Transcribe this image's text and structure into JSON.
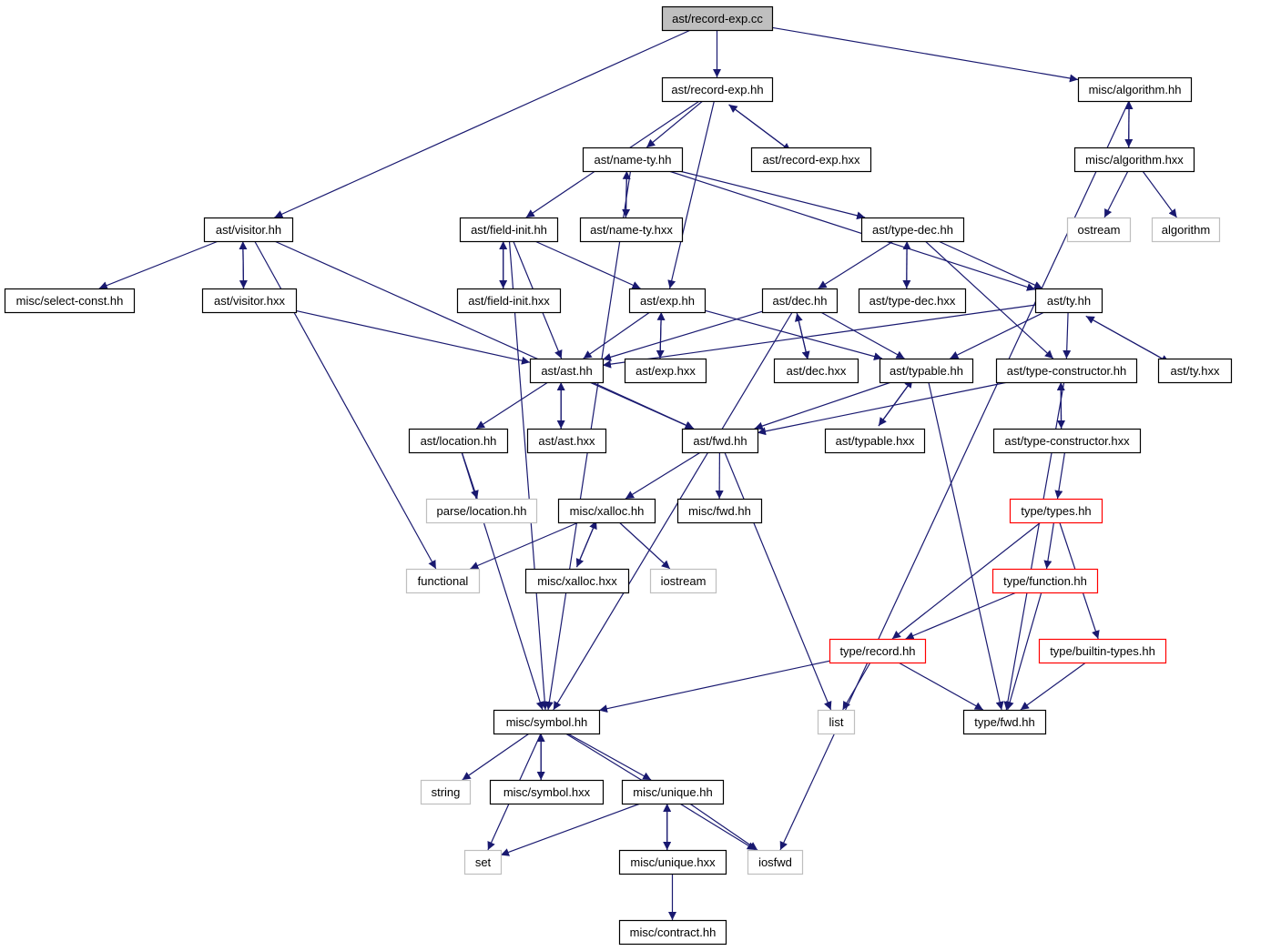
{
  "colors": {
    "edge": "#191970",
    "root_fill": "#bfbfbf",
    "border_black": "#000000",
    "border_red": "#ff0000",
    "border_gray": "#bfbfbf"
  },
  "nodes": [
    {
      "id": "record_exp_cc",
      "label": "ast/record-exp.cc",
      "kind": "root"
    },
    {
      "id": "record_exp_hh",
      "label": "ast/record-exp.hh",
      "kind": "normal"
    },
    {
      "id": "misc_algorithm_hh",
      "label": "misc/algorithm.hh",
      "kind": "normal"
    },
    {
      "id": "name_ty_hh",
      "label": "ast/name-ty.hh",
      "kind": "normal"
    },
    {
      "id": "record_exp_hxx",
      "label": "ast/record-exp.hxx",
      "kind": "normal"
    },
    {
      "id": "misc_algorithm_hxx",
      "label": "misc/algorithm.hxx",
      "kind": "normal"
    },
    {
      "id": "visitor_hh",
      "label": "ast/visitor.hh",
      "kind": "normal"
    },
    {
      "id": "field_init_hh",
      "label": "ast/field-init.hh",
      "kind": "normal"
    },
    {
      "id": "name_ty_hxx",
      "label": "ast/name-ty.hxx",
      "kind": "normal"
    },
    {
      "id": "type_dec_hh",
      "label": "ast/type-dec.hh",
      "kind": "normal"
    },
    {
      "id": "ostream",
      "label": "ostream",
      "kind": "system"
    },
    {
      "id": "algorithm",
      "label": "algorithm",
      "kind": "system"
    },
    {
      "id": "select_const_hh",
      "label": "misc/select-const.hh",
      "kind": "normal"
    },
    {
      "id": "visitor_hxx",
      "label": "ast/visitor.hxx",
      "kind": "normal"
    },
    {
      "id": "field_init_hxx",
      "label": "ast/field-init.hxx",
      "kind": "normal"
    },
    {
      "id": "exp_hh",
      "label": "ast/exp.hh",
      "kind": "normal"
    },
    {
      "id": "dec_hh",
      "label": "ast/dec.hh",
      "kind": "normal"
    },
    {
      "id": "type_dec_hxx",
      "label": "ast/type-dec.hxx",
      "kind": "normal"
    },
    {
      "id": "ty_hh",
      "label": "ast/ty.hh",
      "kind": "normal"
    },
    {
      "id": "ast_hh",
      "label": "ast/ast.hh",
      "kind": "normal"
    },
    {
      "id": "exp_hxx",
      "label": "ast/exp.hxx",
      "kind": "normal"
    },
    {
      "id": "dec_hxx",
      "label": "ast/dec.hxx",
      "kind": "normal"
    },
    {
      "id": "typable_hh",
      "label": "ast/typable.hh",
      "kind": "normal"
    },
    {
      "id": "type_constructor_hh",
      "label": "ast/type-constructor.hh",
      "kind": "normal"
    },
    {
      "id": "ty_hxx",
      "label": "ast/ty.hxx",
      "kind": "normal"
    },
    {
      "id": "location_hh",
      "label": "ast/location.hh",
      "kind": "normal"
    },
    {
      "id": "ast_hxx",
      "label": "ast/ast.hxx",
      "kind": "normal"
    },
    {
      "id": "fwd_hh",
      "label": "ast/fwd.hh",
      "kind": "normal"
    },
    {
      "id": "typable_hxx",
      "label": "ast/typable.hxx",
      "kind": "normal"
    },
    {
      "id": "type_constructor_hxx",
      "label": "ast/type-constructor.hxx",
      "kind": "normal"
    },
    {
      "id": "parse_location_hh",
      "label": "parse/location.hh",
      "kind": "system"
    },
    {
      "id": "xalloc_hh",
      "label": "misc/xalloc.hh",
      "kind": "normal"
    },
    {
      "id": "misc_fwd_hh",
      "label": "misc/fwd.hh",
      "kind": "normal"
    },
    {
      "id": "types_hh",
      "label": "type/types.hh",
      "kind": "red"
    },
    {
      "id": "functional",
      "label": "functional",
      "kind": "system"
    },
    {
      "id": "xalloc_hxx",
      "label": "misc/xalloc.hxx",
      "kind": "normal"
    },
    {
      "id": "iostream",
      "label": "iostream",
      "kind": "system"
    },
    {
      "id": "function_hh",
      "label": "type/function.hh",
      "kind": "red"
    },
    {
      "id": "record_hh",
      "label": "type/record.hh",
      "kind": "red"
    },
    {
      "id": "builtin_types_hh",
      "label": "type/builtin-types.hh",
      "kind": "red"
    },
    {
      "id": "symbol_hh",
      "label": "misc/symbol.hh",
      "kind": "normal"
    },
    {
      "id": "list",
      "label": "list",
      "kind": "system"
    },
    {
      "id": "type_fwd_hh",
      "label": "type/fwd.hh",
      "kind": "normal"
    },
    {
      "id": "string",
      "label": "string",
      "kind": "system"
    },
    {
      "id": "symbol_hxx",
      "label": "misc/symbol.hxx",
      "kind": "normal"
    },
    {
      "id": "unique_hh",
      "label": "misc/unique.hh",
      "kind": "normal"
    },
    {
      "id": "set",
      "label": "set",
      "kind": "system"
    },
    {
      "id": "unique_hxx",
      "label": "misc/unique.hxx",
      "kind": "normal"
    },
    {
      "id": "iosfwd",
      "label": "iosfwd",
      "kind": "system"
    },
    {
      "id": "contract_hh",
      "label": "misc/contract.hh",
      "kind": "normal"
    }
  ],
  "edges": [
    [
      "record_exp_cc",
      "record_exp_hh"
    ],
    [
      "record_exp_cc",
      "misc_algorithm_hh"
    ],
    [
      "record_exp_cc",
      "visitor_hh"
    ],
    [
      "record_exp_hh",
      "name_ty_hh"
    ],
    [
      "record_exp_hh",
      "record_exp_hxx"
    ],
    [
      "record_exp_hxx",
      "record_exp_hh"
    ],
    [
      "record_exp_hh",
      "field_init_hh"
    ],
    [
      "record_exp_hh",
      "exp_hh"
    ],
    [
      "misc_algorithm_hh",
      "misc_algorithm_hxx"
    ],
    [
      "misc_algorithm_hxx",
      "misc_algorithm_hh"
    ],
    [
      "misc_algorithm_hh",
      "iosfwd"
    ],
    [
      "misc_algorithm_hxx",
      "ostream"
    ],
    [
      "misc_algorithm_hxx",
      "algorithm"
    ],
    [
      "name_ty_hh",
      "name_ty_hxx"
    ],
    [
      "name_ty_hxx",
      "name_ty_hh"
    ],
    [
      "name_ty_hh",
      "type_dec_hh"
    ],
    [
      "name_ty_hh",
      "ty_hh"
    ],
    [
      "name_ty_hh",
      "symbol_hh"
    ],
    [
      "visitor_hh",
      "select_const_hh"
    ],
    [
      "visitor_hh",
      "visitor_hxx"
    ],
    [
      "visitor_hxx",
      "visitor_hh"
    ],
    [
      "visitor_hh",
      "functional"
    ],
    [
      "visitor_hh",
      "fwd_hh"
    ],
    [
      "visitor_hxx",
      "ast_hh"
    ],
    [
      "field_init_hh",
      "field_init_hxx"
    ],
    [
      "field_init_hxx",
      "field_init_hh"
    ],
    [
      "field_init_hh",
      "exp_hh"
    ],
    [
      "field_init_hh",
      "ast_hh"
    ],
    [
      "field_init_hh",
      "symbol_hh"
    ],
    [
      "type_dec_hh",
      "dec_hh"
    ],
    [
      "type_dec_hh",
      "type_dec_hxx"
    ],
    [
      "type_dec_hxx",
      "type_dec_hh"
    ],
    [
      "type_dec_hh",
      "ty_hh"
    ],
    [
      "type_dec_hh",
      "type_constructor_hh"
    ],
    [
      "exp_hh",
      "ast_hh"
    ],
    [
      "exp_hh",
      "exp_hxx"
    ],
    [
      "exp_hxx",
      "exp_hh"
    ],
    [
      "exp_hh",
      "typable_hh"
    ],
    [
      "dec_hh",
      "ast_hh"
    ],
    [
      "dec_hh",
      "dec_hxx"
    ],
    [
      "dec_hxx",
      "dec_hh"
    ],
    [
      "dec_hh",
      "typable_hh"
    ],
    [
      "dec_hh",
      "symbol_hh"
    ],
    [
      "ty_hh",
      "ast_hh"
    ],
    [
      "ty_hh",
      "typable_hh"
    ],
    [
      "ty_hh",
      "type_constructor_hh"
    ],
    [
      "ty_hh",
      "ty_hxx"
    ],
    [
      "ty_hxx",
      "ty_hh"
    ],
    [
      "ast_hh",
      "location_hh"
    ],
    [
      "ast_hh",
      "ast_hxx"
    ],
    [
      "ast_hxx",
      "ast_hh"
    ],
    [
      "ast_hh",
      "fwd_hh"
    ],
    [
      "typable_hh",
      "typable_hxx"
    ],
    [
      "typable_hxx",
      "typable_hh"
    ],
    [
      "typable_hh",
      "fwd_hh"
    ],
    [
      "typable_hh",
      "type_fwd_hh"
    ],
    [
      "type_constructor_hh",
      "type_constructor_hxx"
    ],
    [
      "type_constructor_hxx",
      "type_constructor_hh"
    ],
    [
      "type_constructor_hh",
      "fwd_hh"
    ],
    [
      "type_constructor_hh",
      "type_fwd_hh"
    ],
    [
      "type_constructor_hxx",
      "types_hh"
    ],
    [
      "location_hh",
      "parse_location_hh"
    ],
    [
      "location_hh",
      "symbol_hh"
    ],
    [
      "fwd_hh",
      "xalloc_hh"
    ],
    [
      "fwd_hh",
      "misc_fwd_hh"
    ],
    [
      "fwd_hh",
      "list"
    ],
    [
      "xalloc_hh",
      "functional"
    ],
    [
      "xalloc_hh",
      "xalloc_hxx"
    ],
    [
      "xalloc_hxx",
      "xalloc_hh"
    ],
    [
      "xalloc_hh",
      "iostream"
    ],
    [
      "types_hh",
      "function_hh"
    ],
    [
      "types_hh",
      "builtin_types_hh"
    ],
    [
      "types_hh",
      "record_hh"
    ],
    [
      "function_hh",
      "record_hh"
    ],
    [
      "function_hh",
      "type_fwd_hh"
    ],
    [
      "builtin_types_hh",
      "type_fwd_hh"
    ],
    [
      "record_hh",
      "symbol_hh"
    ],
    [
      "record_hh",
      "list"
    ],
    [
      "record_hh",
      "type_fwd_hh"
    ],
    [
      "symbol_hh",
      "string"
    ],
    [
      "symbol_hh",
      "symbol_hxx"
    ],
    [
      "symbol_hxx",
      "symbol_hh"
    ],
    [
      "symbol_hh",
      "unique_hh"
    ],
    [
      "symbol_hh",
      "set"
    ],
    [
      "symbol_hh",
      "iosfwd"
    ],
    [
      "unique_hh",
      "set"
    ],
    [
      "unique_hh",
      "unique_hxx"
    ],
    [
      "unique_hxx",
      "unique_hh"
    ],
    [
      "unique_hh",
      "iosfwd"
    ],
    [
      "unique_hxx",
      "contract_hh"
    ]
  ]
}
